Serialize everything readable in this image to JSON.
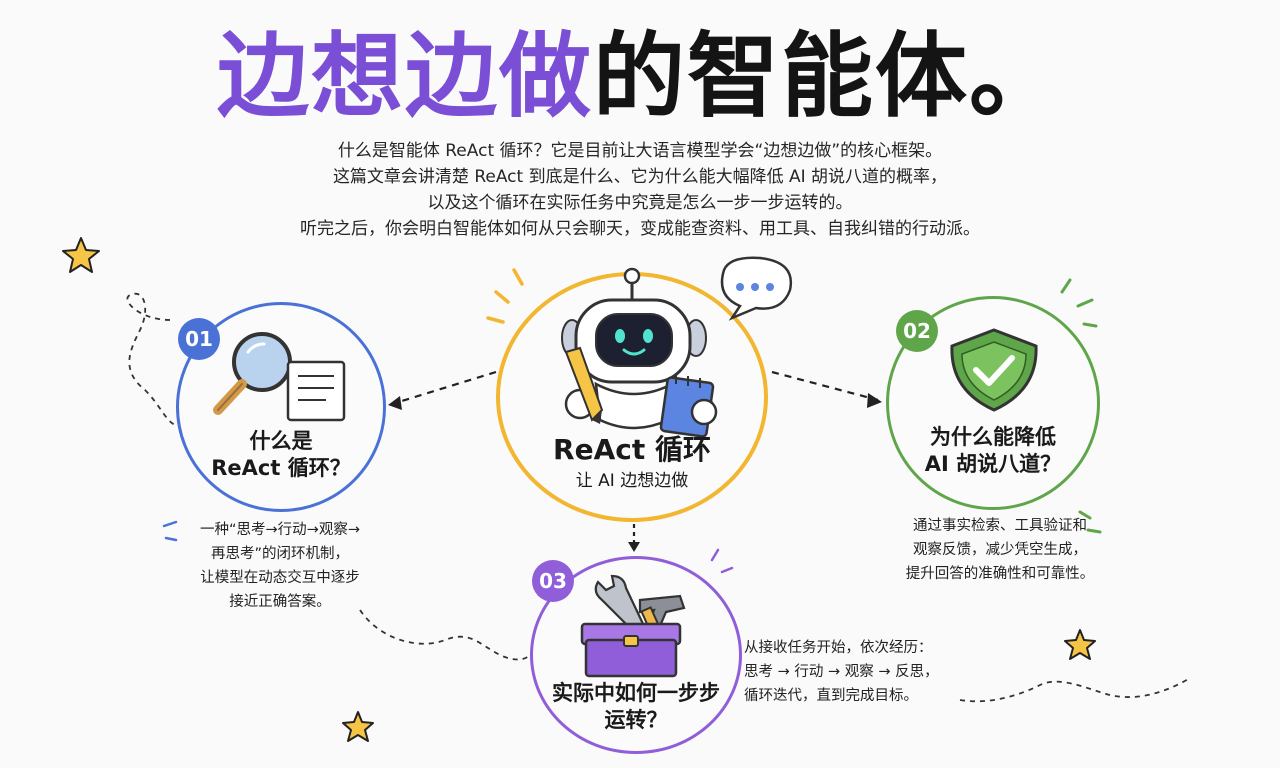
{
  "title": {
    "highlight": "边想边做",
    "rest": "的智能体。"
  },
  "intro": [
    "什么是智能体 ReAct 循环？它是目前让大语言模型学会“边想边做”的核心框架。",
    "这篇文章会讲清楚 ReAct 到底是什么、它为什么能大幅降低 AI 胡说八道的概率，",
    "以及这个循环在实际任务中究竟是怎么一步一步运转的。",
    "听完之后，你会明白智能体如何从只会聊天，变成能查资料、用工具、自我纠错的行动派。"
  ],
  "center": {
    "title": "ReAct 循环",
    "subtitle": "让 AI 边想边做"
  },
  "nodes": [
    {
      "number": "01",
      "title": [
        "什么是",
        "ReAct 循环？"
      ],
      "desc": [
        "一种“思考→行动→观察→",
        "再思考”的闭环机制，",
        "让模型在动态交互中逐步",
        "接近正确答案。"
      ],
      "color": "#4a72d6"
    },
    {
      "number": "02",
      "title": [
        "为什么能降低",
        "AI 胡说八道？"
      ],
      "desc": [
        "通过事实检索、工具验证和",
        "观察反馈，减少凭空生成，",
        "提升回答的准确性和可靠性。"
      ],
      "color": "#5fa64a"
    },
    {
      "number": "03",
      "title": [
        "实际中如何一步步",
        "运转？"
      ],
      "desc": [
        "从接收任务开始，依次经历：",
        "思考 → 行动 → 观察 → 反思，",
        "循环迭代，直到完成目标。"
      ],
      "color": "#8f5ed8"
    }
  ],
  "colors": {
    "accent_purple": "#7a4fd6",
    "center_yellow": "#f2b630",
    "blue": "#4a72d6",
    "green": "#5fa64a",
    "purple": "#8f5ed8"
  }
}
